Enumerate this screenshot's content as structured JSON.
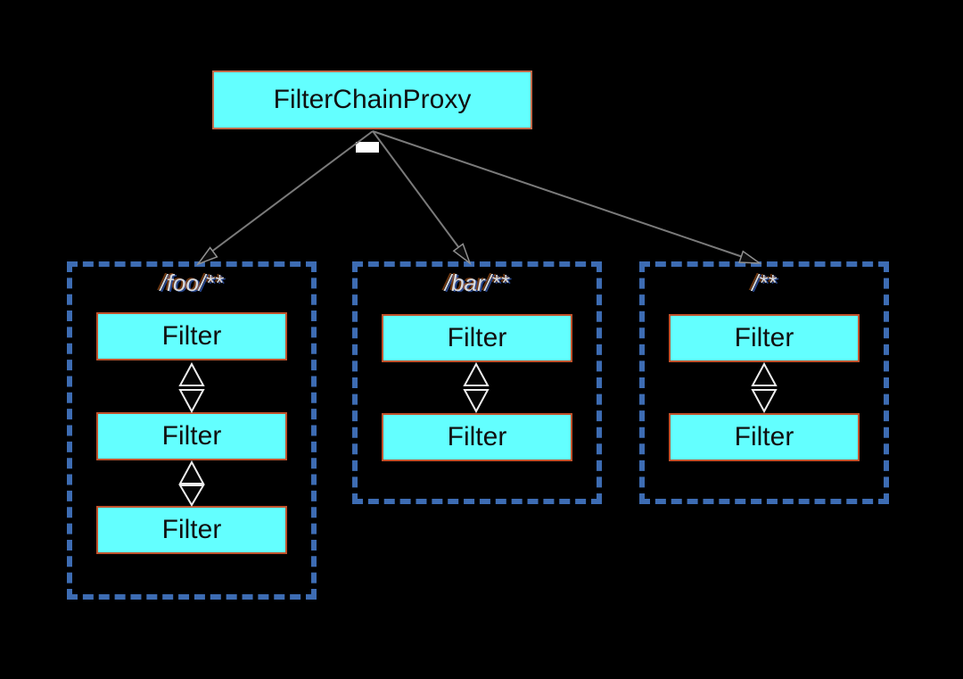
{
  "diagram": {
    "title_box": {
      "label": "FilterChainProxy"
    },
    "chains": [
      {
        "pattern": "/foo/**",
        "filters": [
          "Filter",
          "Filter",
          "Filter"
        ]
      },
      {
        "pattern": "/bar/**",
        "filters": [
          "Filter",
          "Filter"
        ]
      },
      {
        "pattern": "/**",
        "filters": [
          "Filter",
          "Filter"
        ]
      }
    ],
    "colors": {
      "background": "#000000",
      "node_fill": "#63ffff",
      "node_border": "#c0522c",
      "node_text": "#101010",
      "chain_border": "#3d6cb3",
      "pattern_text": "#d6dadf",
      "connector_line": "#7a7a7a",
      "arrowhead_fill": "#0c0c0c",
      "arrowhead_stroke": "#909090",
      "inter_filter_arrow_stroke": "#ededed"
    }
  }
}
